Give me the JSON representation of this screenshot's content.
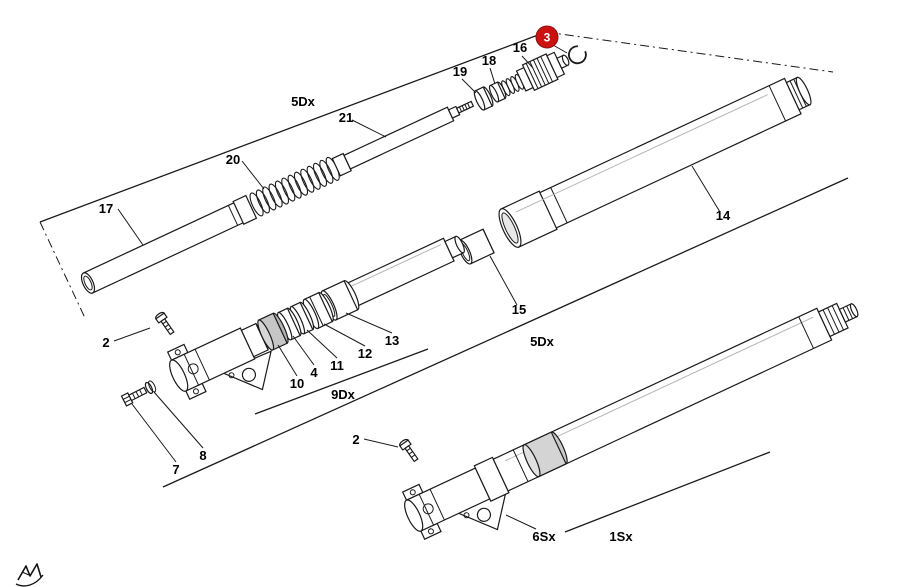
{
  "diagram": {
    "background": "#ffffff",
    "line_color": "#1a1a1a",
    "highlight": {
      "badge_text": "3",
      "badge_color": "#cc1111",
      "badge_text_color": "#ffffff"
    },
    "part_labels": {
      "p17": "17",
      "p20": "20",
      "p21": "21",
      "p19": "19",
      "p18": "18",
      "p16": "16",
      "p14": "14",
      "p15": "15",
      "p10": "10",
      "p4": "4",
      "p11": "11",
      "p12": "12",
      "p13": "13",
      "p2_upper": "2",
      "p7": "7",
      "p8": "8",
      "p2_lower": "2"
    },
    "group_labels": {
      "top": "5Dx",
      "mid_right": "5Dx",
      "mid_inner": "9Dx",
      "bottom_left": "6Sx",
      "bottom_right": "1Sx"
    }
  }
}
